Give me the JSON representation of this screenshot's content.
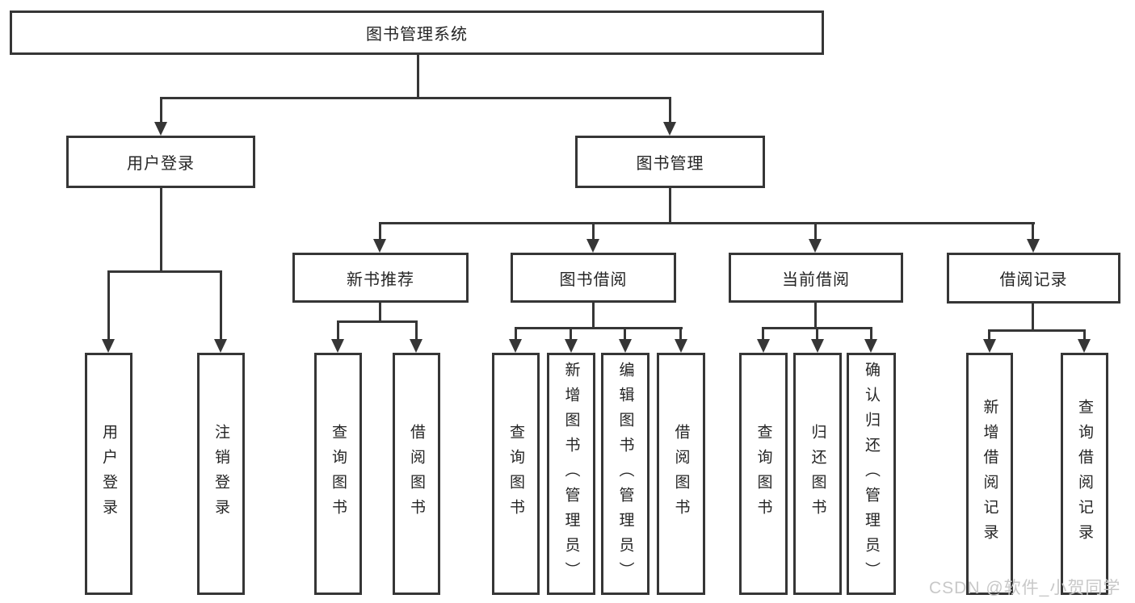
{
  "diagram": {
    "root": {
      "label": "图书管理系统"
    },
    "branches": [
      {
        "label": "用户登录",
        "children": [
          {
            "label": "用户登录"
          },
          {
            "label": "注销登录"
          }
        ]
      },
      {
        "label": "图书管理",
        "children": [
          {
            "label": "新书推荐",
            "children": [
              {
                "label": "查询图书"
              },
              {
                "label": "借阅图书"
              }
            ]
          },
          {
            "label": "图书借阅",
            "children": [
              {
                "label": "查询图书"
              },
              {
                "label": "新增图书（管理员）"
              },
              {
                "label": "编辑图书（管理员）"
              },
              {
                "label": "借阅图书"
              }
            ]
          },
          {
            "label": "当前借阅",
            "children": [
              {
                "label": "查询图书"
              },
              {
                "label": "归还图书"
              },
              {
                "label": "确认归还（管理员）"
              }
            ]
          },
          {
            "label": "借阅记录",
            "children": [
              {
                "label": "新增借阅记录"
              },
              {
                "label": "查询借阅记录"
              }
            ]
          }
        ]
      }
    ]
  },
  "watermark": {
    "text": "CSDN @软件_小贺同学"
  },
  "colors": {
    "line": "#363636",
    "text": "#252525",
    "background": "#ffffff",
    "watermark": "#c8c8c8"
  }
}
